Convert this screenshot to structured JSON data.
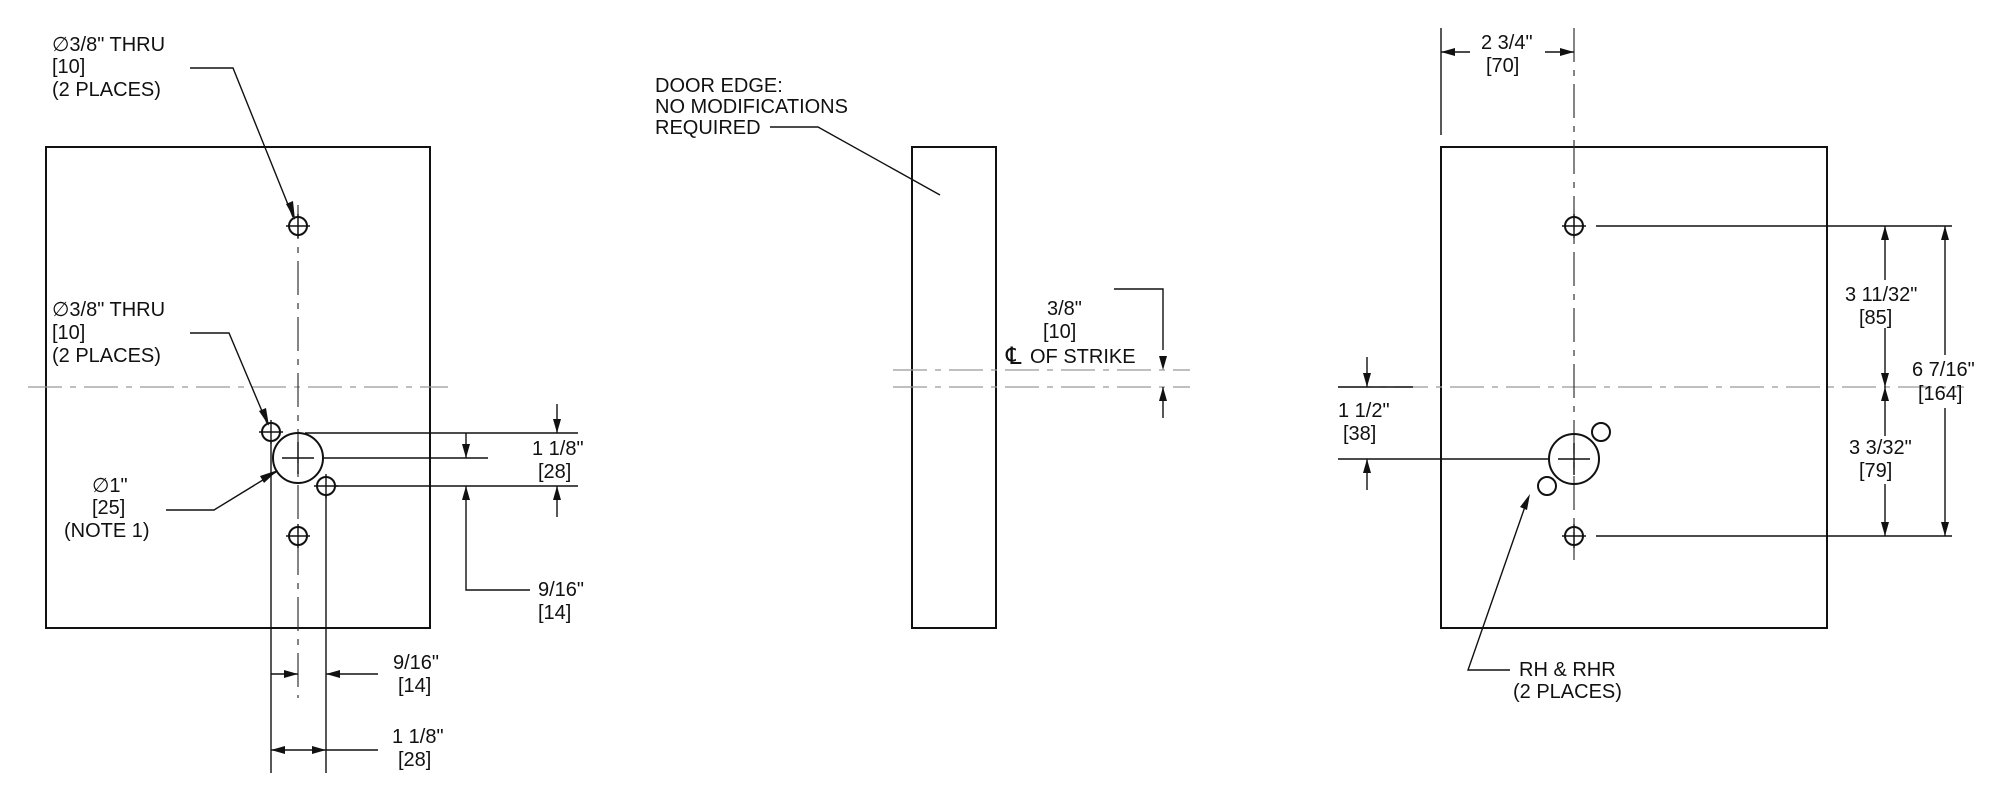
{
  "left_view": {
    "top_hole_callout": {
      "size": "∅3/8\" THRU",
      "metric": "[10]",
      "count": "(2 PLACES)"
    },
    "mid_hole_callout": {
      "size": "∅3/8\" THRU",
      "metric": "[10]",
      "count": "(2 PLACES)"
    },
    "main_hole_callout": {
      "size": "∅1\"",
      "metric": "[25]",
      "note": "(NOTE 1)"
    },
    "dim_vertical_offset": {
      "imperial": "1 1/8\"",
      "metric": "[28]"
    },
    "dim_vertical_small": {
      "imperial": "9/16\"",
      "metric": "[14]"
    },
    "dim_horizontal_small": {
      "imperial": "9/16\"",
      "metric": "[14]"
    },
    "dim_horizontal_offset": {
      "imperial": "1 1/8\"",
      "metric": "[28]"
    }
  },
  "middle_view": {
    "door_edge_note": {
      "line1": "DOOR EDGE:",
      "line2": "NO MODIFICATIONS",
      "line3": "REQUIRED"
    },
    "strike_offset": {
      "imperial": "3/8\"",
      "metric": "[10]"
    },
    "strike_label": "OF STRIKE",
    "centerline_symbol": "℄"
  },
  "right_view": {
    "dim_top_width": {
      "imperial": "2 3/4\"",
      "metric": "[70]"
    },
    "dim_upper": {
      "imperial": "3 11/32\"",
      "metric": "[85]"
    },
    "dim_overall": {
      "imperial": "6 7/16\"",
      "metric": "[164]"
    },
    "dim_lower": {
      "imperial": "3 3/32\"",
      "metric": "[79]"
    },
    "dim_left_offset": {
      "imperial": "1 1/2\"",
      "metric": "[38]"
    },
    "hand_note": {
      "line1": "RH & RHR",
      "line2": "(2 PLACES)"
    }
  }
}
